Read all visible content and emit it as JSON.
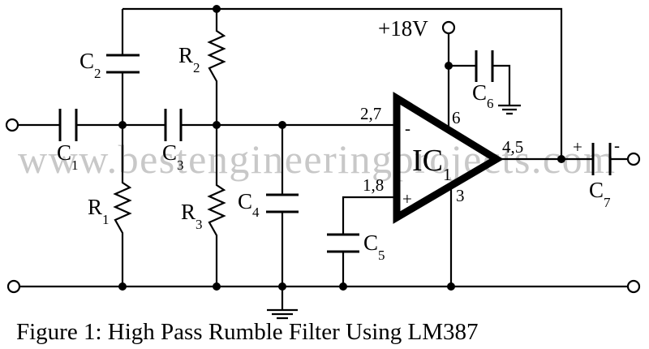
{
  "figure": {
    "caption": "Figure 1: High Pass Rumble Filter Using LM387",
    "watermark": "www.bestengineeringprojects.com"
  },
  "supply": {
    "label": "+18V"
  },
  "components": {
    "C1": {
      "letter": "C",
      "index": "1"
    },
    "C2": {
      "letter": "C",
      "index": "2"
    },
    "C3": {
      "letter": "C",
      "index": "3"
    },
    "C4": {
      "letter": "C",
      "index": "4"
    },
    "C5": {
      "letter": "C",
      "index": "5"
    },
    "C6": {
      "letter": "C",
      "index": "6"
    },
    "C7": {
      "letter": "C",
      "index": "7",
      "plus": "+",
      "minus": "-"
    },
    "R1": {
      "letter": "R",
      "index": "1"
    },
    "R2": {
      "letter": "R",
      "index": "2"
    },
    "R3": {
      "letter": "R",
      "index": "3"
    },
    "IC1": {
      "letter": "IC",
      "index": "1",
      "inv": "-",
      "noninv": "+"
    }
  },
  "pins": {
    "inverting": "2,7",
    "noninverting": "1,8",
    "supply": "6",
    "ground": "3",
    "output": "4,5"
  }
}
